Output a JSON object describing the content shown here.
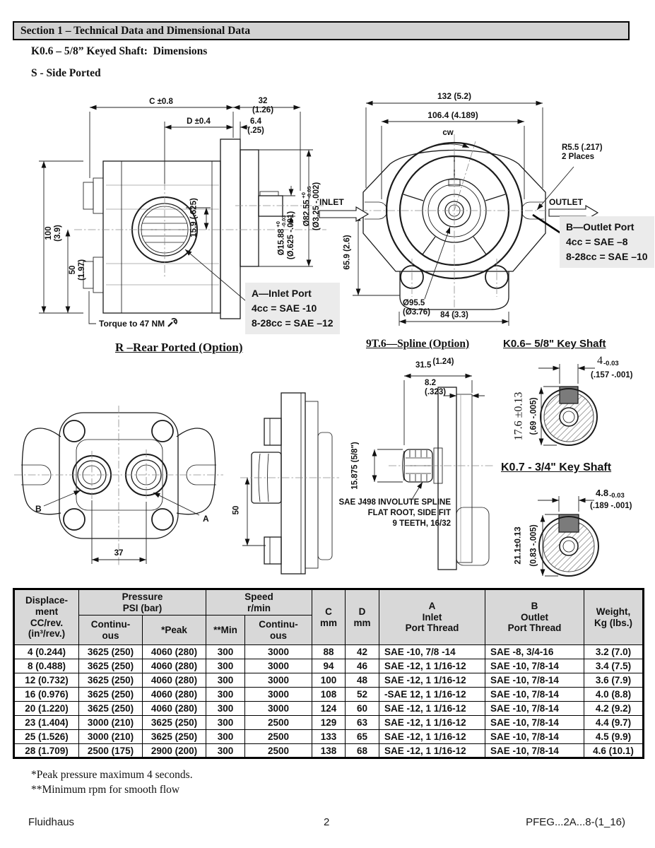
{
  "section_bar": {
    "title": "Section 1 – Technical Data and Dimensional Data"
  },
  "headings": {
    "keyed_shaft": "K0.6 – 5/8” Keyed Shaft:  Dimensions",
    "side_ported": "S - Side Ported",
    "rear_ported": "R –Rear Ported (Option)",
    "spline": "9T.6—Spline (Option)",
    "key_shaft_06": "K0.6– 5/8\" Key Shaft",
    "key_shaft_07": "K0.7 - 3/4\" Key Shaft"
  },
  "side_view": {
    "dim_c": "C ±0.8",
    "dim_32_mm": "32",
    "dim_32_in": "(1.26)",
    "dim_d": "D ±0.4",
    "dim_6_4_mm": "6.4",
    "dim_6_4_in": "(.25)",
    "dim_100_mm": "100",
    "dim_100_in": "(3.9)",
    "dim_50_mm": "50",
    "dim_50_in": "(1.97)",
    "dim_key": "15.9 (.625)",
    "shaft_dia_mm": "Ø15.88",
    "shaft_dia_tol_hi": "+0",
    "shaft_dia_tol_lo": "-0.03",
    "shaft_dia_in": "(Ø.625 -.001)",
    "pilot_dia_mm": "Ø82.55",
    "pilot_dia_tol_hi": "+0",
    "pilot_dia_tol_lo": "-0.05",
    "pilot_dia_in": "(Ø3.25 -.002)",
    "torque_note": "Torque to 47 NM",
    "inlet_callout": {
      "line1": "A—Inlet Port",
      "line2": "4cc = SAE -10",
      "line3": "8-28cc = SAE –12"
    }
  },
  "front_view": {
    "dim_width": "132 (5.2)",
    "dim_bolt_span": "106.4 (4.189)",
    "rotation": "cw",
    "slot_radius": "R5.5 (.217)",
    "slot_places": "2 Places",
    "inlet_label": "INLET",
    "outlet_label": "OUTLET",
    "dim_height": "65.9 (2.6)",
    "pilot_dia": "Ø95.5",
    "pilot_dia_in": "(Ø3.76)",
    "dim_base": "84 (3.3)",
    "outlet_callout": {
      "line1": "B—Outlet Port",
      "line2": "4cc = SAE –8",
      "line3": "8-28cc = SAE –10"
    }
  },
  "rear_view": {
    "port_b": "B",
    "port_a": "A",
    "dim_port_span": "37",
    "dim_height": "50"
  },
  "spline_view": {
    "dim_length_mm": "31.5",
    "dim_length_in": "(1.24)",
    "dim_flange_mm": "8.2",
    "dim_flange_in": "(.323)",
    "dim_spline": "15.875 (5/8\")",
    "note_line1": "SAE J498 INVOLUTE SPLINE",
    "note_line2": "FLAT ROOT, SIDE FIT",
    "note_line3": "9 TEETH, 16/32"
  },
  "key_shaft_06": {
    "key_width": "4",
    "key_width_tol": "-0.03",
    "key_width_in": "(.157 -.001)",
    "shaft_height": "17.6 ±0.13",
    "shaft_height_in": "(.69 -.005)"
  },
  "key_shaft_07": {
    "key_width": "4.8",
    "key_width_tol": "-0.03",
    "key_width_in": "(.189 -.001)",
    "shaft_height": "21.1±0.13",
    "shaft_height_in": "(0.83 -.005)"
  },
  "table": {
    "headers": {
      "displacement": "Displace-\nment\nCC/rev.\n(in³/rev.)",
      "pressure": "Pressure\nPSI (bar)",
      "continuous_pressure": "Continu-\nous",
      "peak": "*Peak",
      "speed": "Speed\nr/min",
      "min": "**Min",
      "continuous_speed": "Continu-\nous",
      "c": "C\nmm",
      "d": "D\nmm",
      "a_inlet": "A\nInlet\nPort Thread",
      "b_outlet": "B\nOutlet\nPort Thread",
      "weight": "Weight,\nKg (lbs.)"
    },
    "rows": [
      [
        "4 (0.244)",
        "3625 (250)",
        "4060 (280)",
        "300",
        "3000",
        "88",
        "42",
        "SAE -10, 7/8 -14",
        "SAE -8, 3/4-16",
        "3.2 (7.0)"
      ],
      [
        "8 (0.488)",
        "3625 (250)",
        "4060 (280)",
        "300",
        "3000",
        "94",
        "46",
        "SAE -12, 1 1/16-12",
        "SAE -10, 7/8-14",
        "3.4 (7.5)"
      ],
      [
        "12 (0.732)",
        "3625 (250)",
        "4060 (280)",
        "300",
        "3000",
        "100",
        "48",
        "SAE -12, 1 1/16-12",
        "SAE -10, 7/8-14",
        "3.6 (7.9)"
      ],
      [
        "16 (0.976)",
        "3625 (250)",
        "4060 (280)",
        "300",
        "3000",
        "108",
        "52",
        "-SAE 12, 1 1/16-12",
        "SAE -10, 7/8-14",
        "4.0 (8.8)"
      ],
      [
        "20 (1.220)",
        "3625 (250)",
        "4060 (280)",
        "300",
        "3000",
        "124",
        "60",
        "SAE -12, 1 1/16-12",
        "SAE -10, 7/8-14",
        "4.2 (9.2)"
      ],
      [
        "23 (1.404)",
        "3000 (210)",
        "3625 (250)",
        "300",
        "2500",
        "129",
        "63",
        "SAE -12, 1 1/16-12",
        "SAE -10, 7/8-14",
        "4.4 (9.7)"
      ],
      [
        "25 (1.526)",
        "3000 (210)",
        "3625 (250)",
        "300",
        "2500",
        "133",
        "65",
        "SAE -12, 1 1/16-12",
        "SAE -10, 7/8-14",
        "4.5 (9.9)"
      ],
      [
        "28 (1.709)",
        "2500 (175)",
        "2900 (200)",
        "300",
        "2500",
        "138",
        "68",
        "SAE -12, 1 1/16-12",
        "SAE -10, 7/8-14",
        "4.6 (10.1)"
      ]
    ]
  },
  "footnotes": {
    "line1": "*Peak pressure maximum 4 seconds.",
    "line2": "**Minimum rpm for smooth flow"
  },
  "footer": {
    "left": "Fluidhaus",
    "page": "2",
    "right": "PFEG...2A...8-(1_16)"
  }
}
